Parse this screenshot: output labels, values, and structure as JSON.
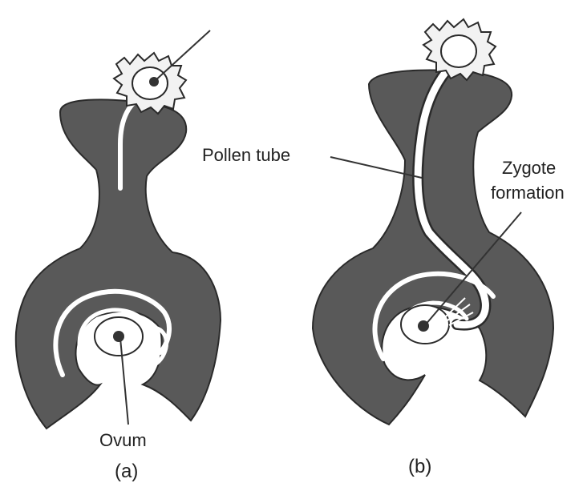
{
  "figure": {
    "labels": {
      "pollen_tube": "Pollen tube",
      "zygote_line1": "Zygote",
      "zygote_line2": "formation",
      "ovum": "Ovum",
      "panel_a": "(a)",
      "panel_b": "(b)"
    },
    "colors": {
      "tissue": "#595959",
      "channel": "#ffffff",
      "outline": "#2a2a2a",
      "pointer": "#333333",
      "text": "#222222",
      "background": "#ffffff"
    },
    "icons": [
      "pollen-grain-icon",
      "ovum-icon",
      "zygote-icon"
    ]
  }
}
